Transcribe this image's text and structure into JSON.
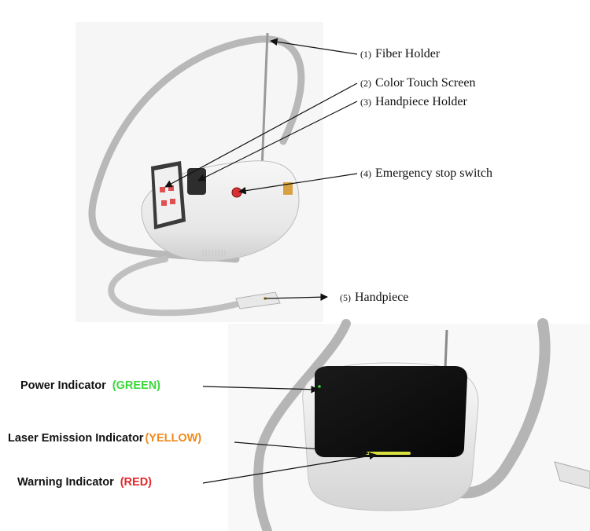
{
  "top_callouts": [
    {
      "number": "(1)",
      "text": "Fiber Holder"
    },
    {
      "number": "(2)",
      "text": "Color Touch Screen"
    },
    {
      "number": "(3)",
      "text": "Handpiece Holder"
    },
    {
      "number": "(4)",
      "text": "Emergency stop switch"
    },
    {
      "number": "(5)",
      "text": "Handpiece"
    }
  ],
  "indicators": [
    {
      "name": "Power Indicator",
      "color_word": "(GREEN)",
      "color": "#3ad83a"
    },
    {
      "name": "Laser Emission Indicator",
      "color_word": "(YELLOW)",
      "color": "#f08a1c"
    },
    {
      "name": "Warning Indicator",
      "color_word": "(RED)",
      "color": "#e0282c"
    }
  ]
}
